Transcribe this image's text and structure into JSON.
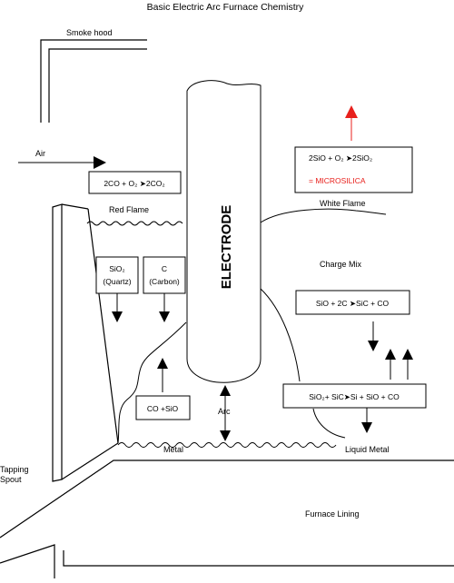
{
  "title": "Basic Electric Arc Furnace Chemistry",
  "labels": {
    "smoke_hood": "Smoke hood",
    "air": "Air",
    "red_flame": "Red Flame",
    "white_flame": "White Flame",
    "charge_mix": "Charge Mix",
    "electrode": "ELECTRODE",
    "arc": "Arc",
    "metal": "Metal",
    "liquid_metal": "Liquid Metal",
    "tapping_spout_1": "Tapping",
    "tapping_spout_2": "Spout",
    "furnace_lining": "Furnace Lining"
  },
  "boxes": {
    "co_oxidation": "2CO + O₂ ➤2CO₂",
    "sio_oxidation": "2SiO + O₂ ➤2SiO₂",
    "microsilica": "= MICROSILICA",
    "quartz_1": "SiO₂",
    "quartz_2": "(Quartz)",
    "carbon_1": "C",
    "carbon_2": "(Carbon)",
    "co_sio": "CO +SiO",
    "sio_carbon": "SiO + 2C ➤SiC + CO",
    "sio2_sic": "SiO₂+ SiC➤Si + SiO + CO"
  },
  "colors": {
    "microsilica": "#e8201c",
    "red_arrow": "#e8201c",
    "line": "#000000"
  }
}
